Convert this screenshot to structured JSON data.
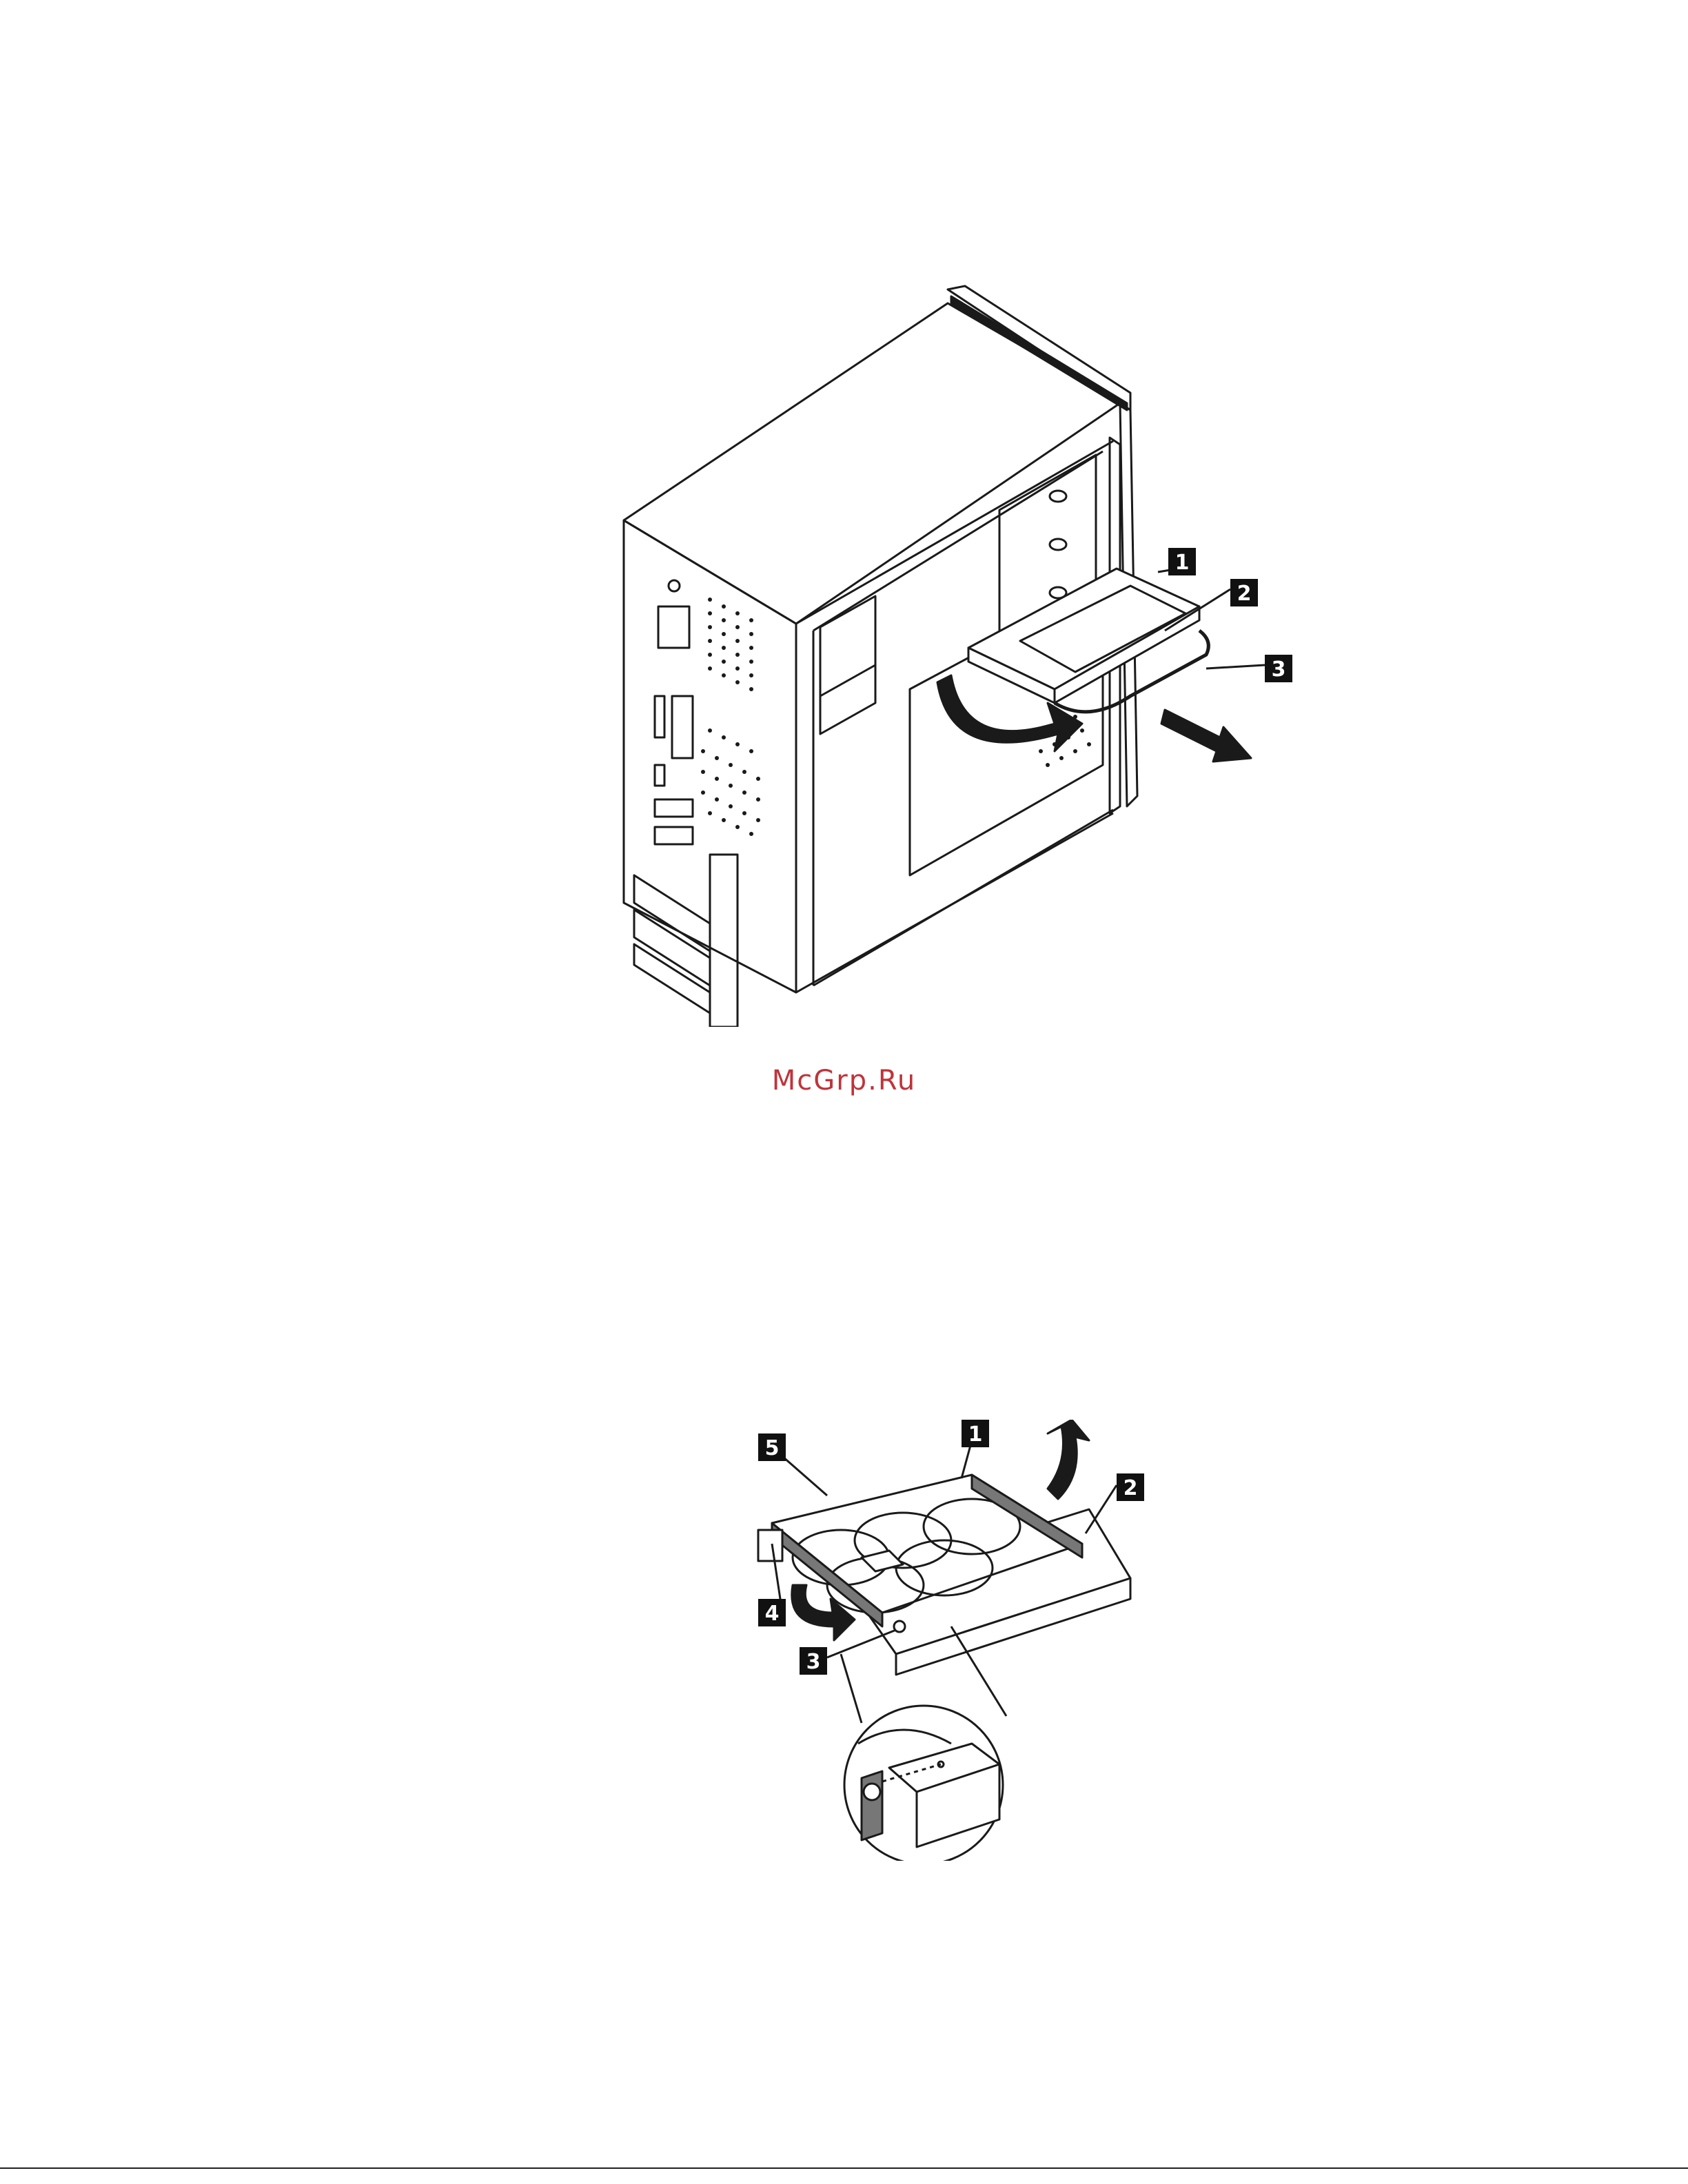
{
  "page": {
    "watermark": "McGrp.Ru"
  },
  "figure_1": {
    "callouts": [
      "1",
      "2",
      "3"
    ]
  },
  "figure_2": {
    "callouts": [
      "1",
      "2",
      "3",
      "4",
      "5"
    ]
  },
  "colors": {
    "line": "#1a1a1a",
    "callout_bg": "#111111",
    "callout_text": "#ffffff",
    "watermark": "#c0333a"
  }
}
